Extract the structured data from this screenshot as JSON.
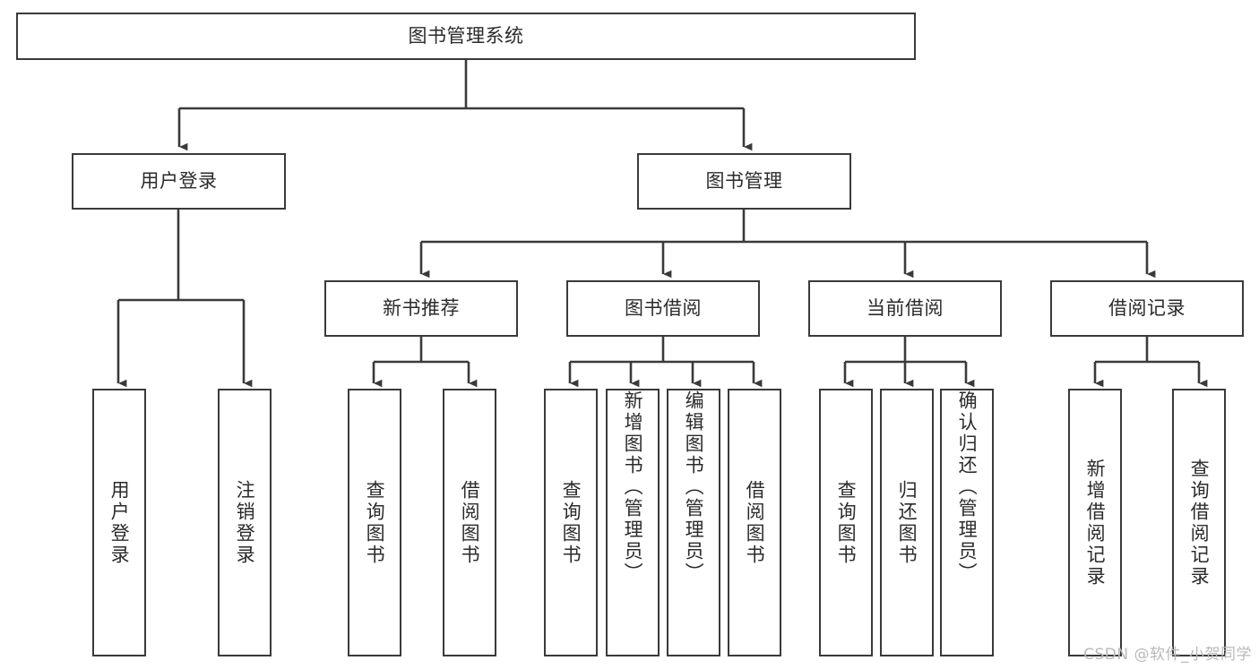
{
  "diagram": {
    "type": "tree",
    "title": "图书管理系统",
    "watermark": "CSDN @软件_小贺同学",
    "colors": {
      "box_border": "#3a3a3a",
      "box_fill": "#ffffff",
      "text": "#2b2b2b",
      "connector": "#3a3a3a",
      "watermark": "#b9b9b9",
      "background": "#ffffff"
    },
    "root": {
      "id": "root",
      "label": "图书管理系统",
      "orientation": "horizontal"
    },
    "level2": [
      {
        "id": "user-login",
        "label": "用户登录",
        "orientation": "horizontal"
      },
      {
        "id": "book-manage",
        "label": "图书管理",
        "orientation": "horizontal"
      }
    ],
    "level3": [
      {
        "id": "new-book-recommend",
        "label": "新书推荐",
        "orientation": "horizontal",
        "parent": "book-manage"
      },
      {
        "id": "book-borrow",
        "label": "图书借阅",
        "orientation": "horizontal",
        "parent": "book-manage"
      },
      {
        "id": "current-borrow",
        "label": "当前借阅",
        "orientation": "horizontal",
        "parent": "book-manage"
      },
      {
        "id": "borrow-record",
        "label": "借阅记录",
        "orientation": "horizontal",
        "parent": "book-manage"
      }
    ],
    "leaves": [
      {
        "id": "leaf-user-login",
        "label": "用户登录",
        "orientation": "vertical",
        "parent": "user-login"
      },
      {
        "id": "leaf-logout",
        "label": "注销登录",
        "orientation": "vertical",
        "parent": "user-login"
      },
      {
        "id": "leaf-query-book-1",
        "label": "查询图书",
        "orientation": "vertical",
        "parent": "new-book-recommend"
      },
      {
        "id": "leaf-borrow-book-1",
        "label": "借阅图书",
        "orientation": "vertical",
        "parent": "new-book-recommend"
      },
      {
        "id": "leaf-query-book-2",
        "label": "查询图书",
        "orientation": "vertical",
        "parent": "book-borrow"
      },
      {
        "id": "leaf-add-book",
        "label": "新增图书（管理员）",
        "orientation": "vertical",
        "parent": "book-borrow"
      },
      {
        "id": "leaf-edit-book",
        "label": "编辑图书（管理员）",
        "orientation": "vertical",
        "parent": "book-borrow"
      },
      {
        "id": "leaf-borrow-book-2",
        "label": "借阅图书",
        "orientation": "vertical",
        "parent": "book-borrow"
      },
      {
        "id": "leaf-query-book-3",
        "label": "查询图书",
        "orientation": "vertical",
        "parent": "current-borrow"
      },
      {
        "id": "leaf-return-book",
        "label": "归还图书",
        "orientation": "vertical",
        "parent": "current-borrow"
      },
      {
        "id": "leaf-confirm-return",
        "label": "确认归还（管理员）",
        "orientation": "vertical",
        "parent": "current-borrow"
      },
      {
        "id": "leaf-add-record",
        "label": "新增借阅记录",
        "orientation": "vertical",
        "parent": "borrow-record"
      },
      {
        "id": "leaf-query-record",
        "label": "查询借阅记录",
        "orientation": "vertical",
        "parent": "borrow-record"
      }
    ]
  }
}
